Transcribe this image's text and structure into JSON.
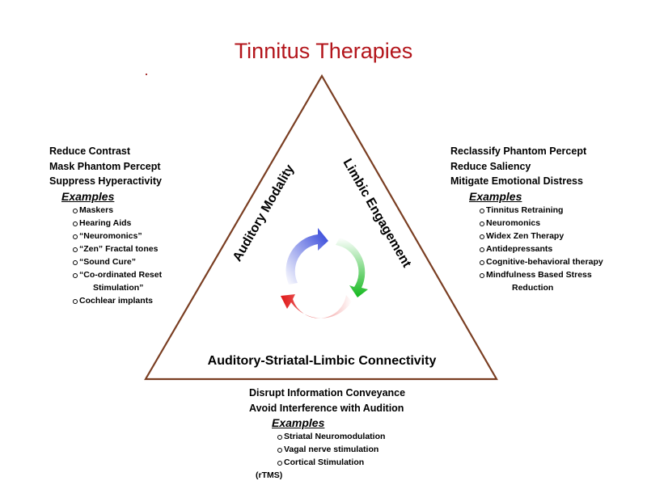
{
  "title": "Tinnitus Therapies",
  "triangle": {
    "left_side_label": "Auditory Modality",
    "right_side_label": "Limbic Engagement",
    "base_label": "Auditory-Striatal-Limbic Connectivity"
  },
  "colors": {
    "title": "#b3151b",
    "triangle_stroke": "#7a3e22",
    "arrow_blue": "#2c3fd8",
    "arrow_green": "#12b81c",
    "arrow_red": "#e01818"
  },
  "left_block": {
    "headings": [
      "Reduce Contrast",
      "Mask Phantom Percept",
      "Suppress Hyperactivity"
    ],
    "examples_label": "Examples",
    "items": [
      "Maskers",
      "Hearing Aids",
      "“Neuromonics”",
      "“Zen” Fractal tones",
      "“Sound Cure”",
      "“Co-ordinated Reset",
      "Stimulation”",
      "Cochlear implants"
    ]
  },
  "right_block": {
    "headings": [
      "Reclassify Phantom Percept",
      "Reduce Saliency",
      "Mitigate Emotional Distress"
    ],
    "examples_label": "Examples",
    "items": [
      "Tinnitus Retraining",
      "Neuromonics",
      "Widex Zen Therapy",
      "Antidepressants",
      "Cognitive-behavioral therapy",
      "Mindfulness Based Stress",
      "Reduction"
    ]
  },
  "bottom_block": {
    "headings": [
      "Disrupt Information Conveyance",
      "Avoid Interference with Audition"
    ],
    "examples_label": "Examples",
    "items": [
      "Striatal Neuromodulation",
      "Vagal nerve stimulation",
      "Cortical Stimulation",
      "(rTMS)"
    ]
  }
}
